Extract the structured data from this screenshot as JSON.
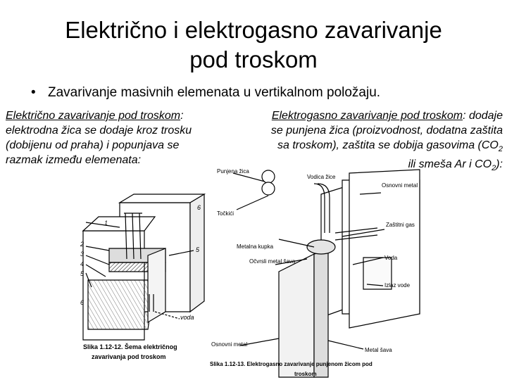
{
  "slide": {
    "title_line1": "Električno i elektrogasno zavarivanje",
    "title_line2": "pod troskom",
    "bullet": "Zavarivanje masivnih elemenata u vertikalnom položaju."
  },
  "left_column": {
    "term": "Električno zavarivanje pod troskom",
    "text": ": elektrodna žica se dodaje kroz trosku (dobijenu od praha) i popunjava se razmak između elemenata:"
  },
  "right_column": {
    "term": "Elektrogasno zavarivanje pod troskom",
    "text1": ": dodaje se punjena žica (proizvodnost, dodatna zaštita sa troskom), zaštita se dobija gasovima (CO",
    "sub1": "2",
    "text2": " ili smeša Ar i CO",
    "sub2": "2",
    "text3": "):"
  },
  "figure_left": {
    "labels": [
      "1",
      "2",
      "3",
      "4",
      "5",
      "6",
      "6",
      "5",
      "voda"
    ],
    "caption_line1": "Slika 1.12-12. Šema električnog",
    "caption_line2": "zavarivanja pod troskom"
  },
  "figure_right": {
    "label_punjena_zica": "Punjena žica",
    "label_vodica_zice": "Vodica žice",
    "label_tockici": "Točkići",
    "label_osnovni_metal_top": "Osnovni metal",
    "label_zastitni_gas": "Zaštitni gas",
    "label_metalna_kupka": "Metalna kupka",
    "label_ocvrsli_metal_sava": "Očvrsli metal šava",
    "label_voda": "Voda",
    "label_izlaz_vode": "Izlaz vode",
    "label_osnovni_metal_bottom": "Osnovni metal",
    "label_metal_sava": "Metal šava",
    "caption_line1": "Slika 1.12-13. Elektrogasno zavarivanje punjenom žicom pod",
    "caption_line2": "troskom"
  }
}
